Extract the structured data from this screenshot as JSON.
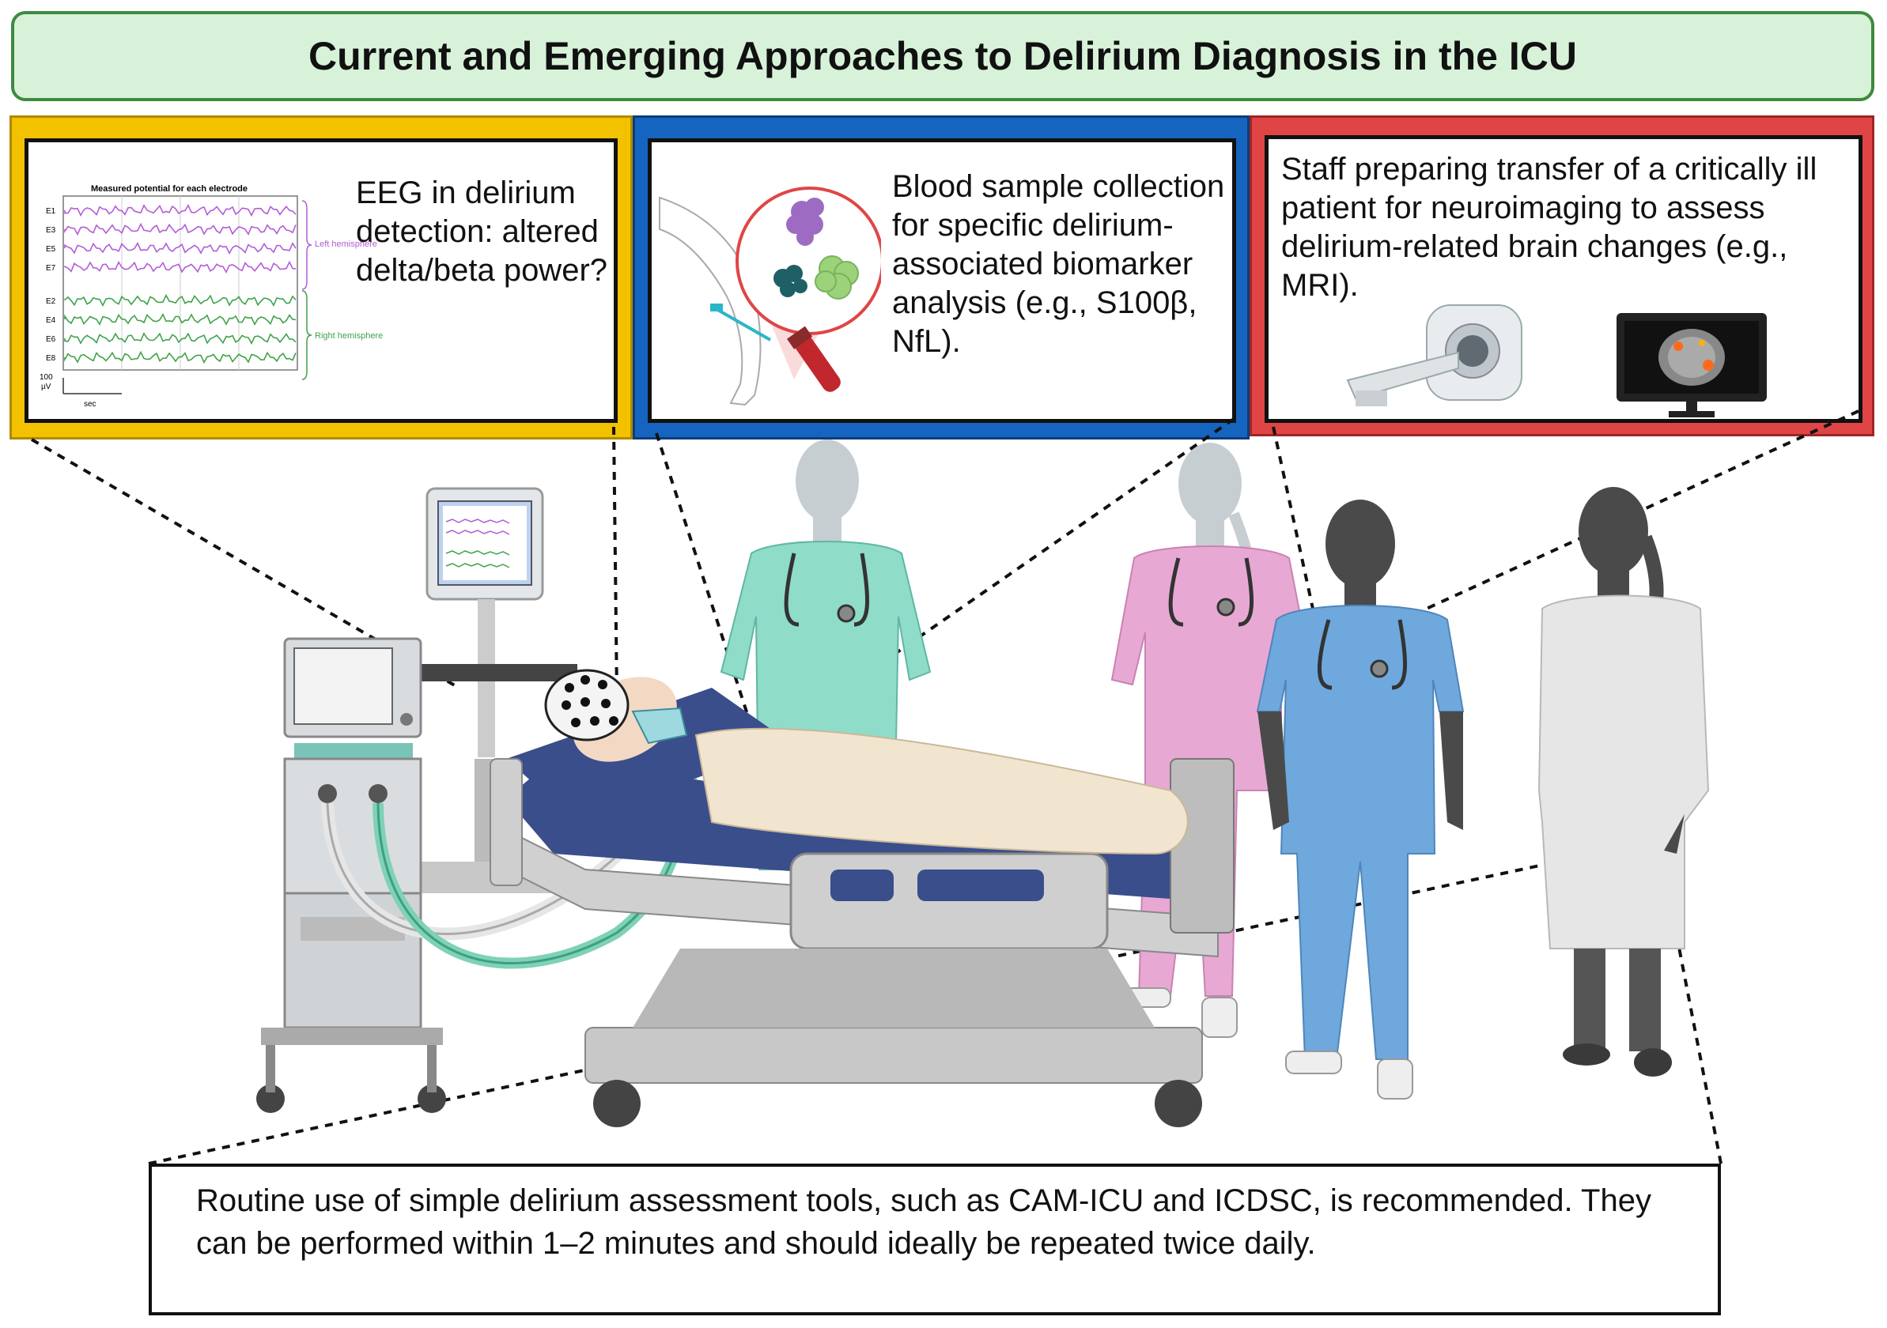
{
  "title": "Current and Emerging Approaches to Delirium Diagnosis in the ICU",
  "panels": {
    "eeg": {
      "text": "EEG in delirium detection: altered delta/beta power?",
      "plot": {
        "title": "Measured potential for each electrode",
        "electrodes_left": [
          "E1",
          "E3",
          "E5",
          "E7"
        ],
        "electrodes_right": [
          "E2",
          "E4",
          "E6",
          "E8"
        ],
        "left_label": "Left hemisphere",
        "right_label": "Right hemisphere",
        "scale_value": "100",
        "scale_unit": "µV",
        "time_unit": "sec",
        "left_color": "#b45cd6",
        "right_color": "#3fa24a"
      },
      "border_color": "#f2c200"
    },
    "blood": {
      "text": "Blood sample collection for specific delirium-associated biomarker analysis (e.g., S100β, NfL).",
      "border_color": "#1565c0"
    },
    "imaging": {
      "text": "Staff preparing transfer of a critically ill patient for neuroimaging to assess delirium-related brain changes (e.g., MRI).",
      "border_color": "#e04545"
    }
  },
  "bottom_note": "Routine use of simple delirium assessment tools, such as CAM-ICU and ICDSC, is recommended. They can be performed within 1–2 minutes and should ideally be repeated twice daily.",
  "colors": {
    "nurse_teal": "#8fdcc8",
    "nurse_pink": "#e8a8d4",
    "nurse_blue": "#6fa8dc",
    "doctor_coat": "#e6e6e6",
    "bed_mattress": "#3a4e8c",
    "skin_grey": "#c7ced2",
    "skin_dark": "#4a4a4a"
  }
}
